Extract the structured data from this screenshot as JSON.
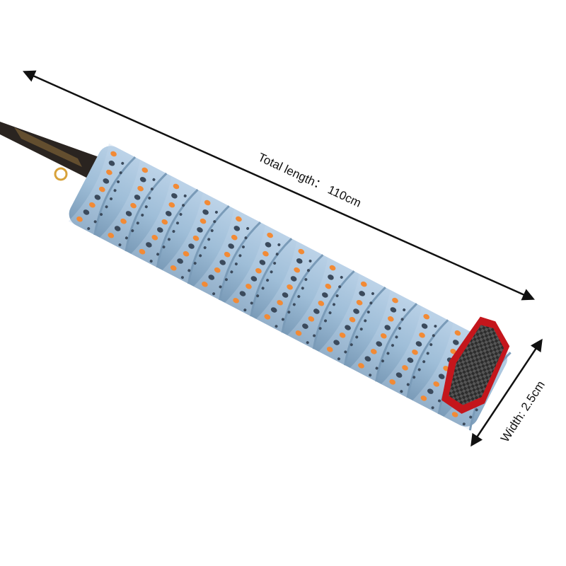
{
  "image": {
    "subject": "badminton-racket-overgrip",
    "colors": {
      "grip": "#9fbed8",
      "grip_shadow": "#7a9bb8",
      "grip_highlight": "#c3d8ea",
      "holes": "#f28a35",
      "holes_dark": "#3b4a5c",
      "end_cap": "#c4161c",
      "end_cap_inner": "#333333",
      "shaft": "#2a2420",
      "shaft_gold": "#d8a23a",
      "arrow": "#111111"
    }
  },
  "dimensions": {
    "length_label": "Total length： 110cm",
    "width_label": "Width: 2.5cm"
  }
}
